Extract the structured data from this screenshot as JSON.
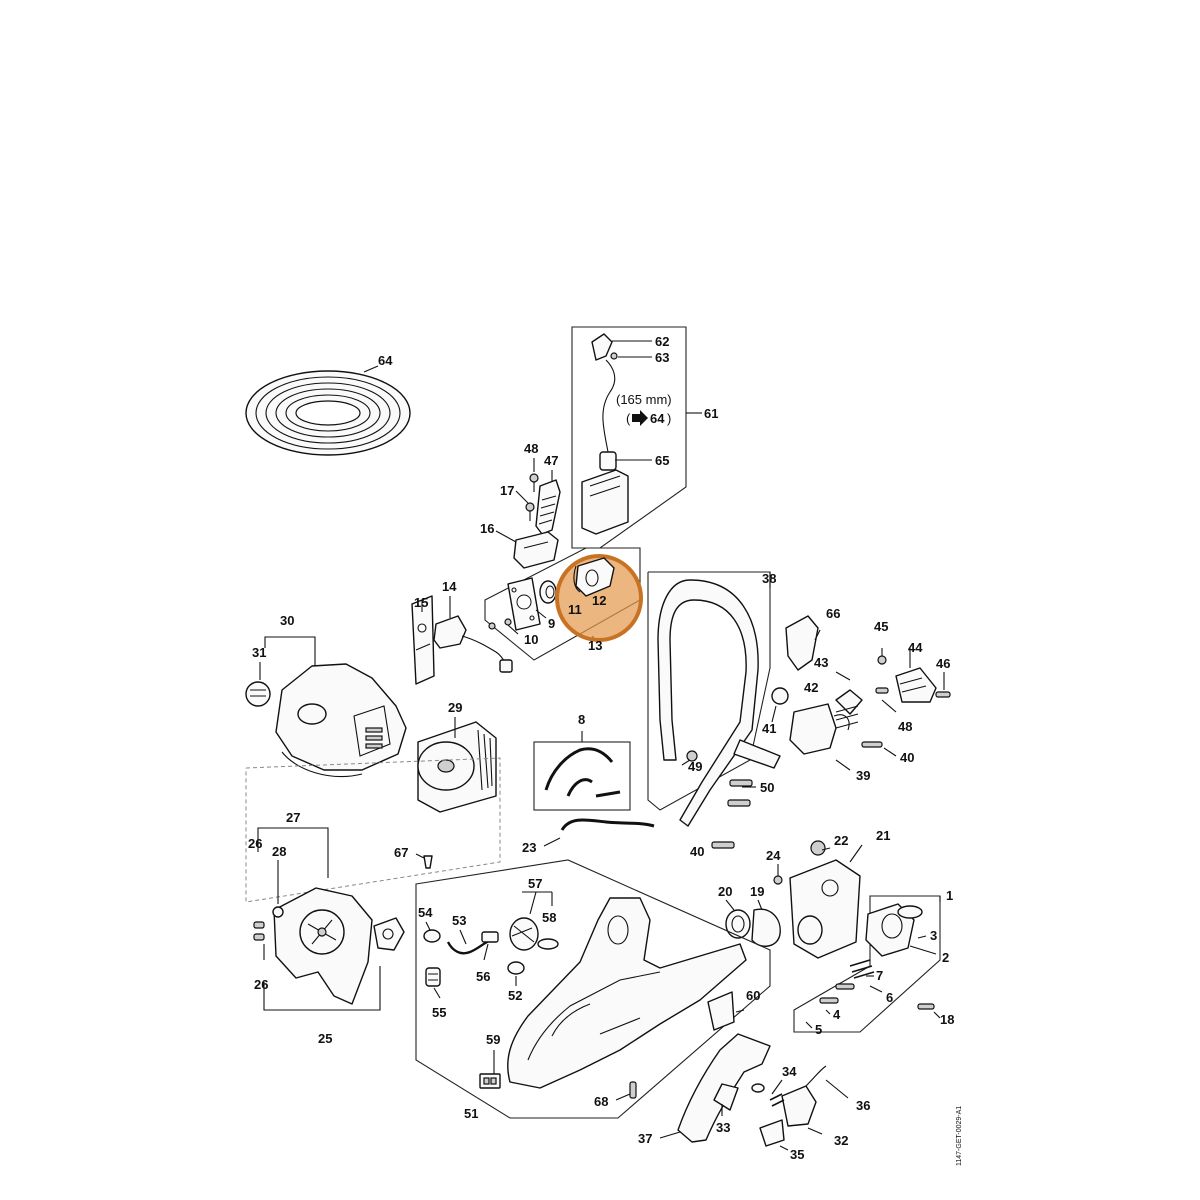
{
  "diagram": {
    "labels": {
      "p1": "1",
      "p2": "2",
      "p3": "3",
      "p4": "4",
      "p5": "5",
      "p6": "6",
      "p7": "7",
      "p8": "8",
      "p9": "9",
      "p10": "10",
      "p11": "11",
      "p12": "12",
      "p13": "13",
      "p14": "14",
      "p15": "15",
      "p16": "16",
      "p17": "17",
      "p18": "18",
      "p19": "19",
      "p20": "20",
      "p21": "21",
      "p22": "22",
      "p23": "23",
      "p24": "24",
      "p25": "25",
      "p26": "26",
      "p27": "27",
      "p28": "28",
      "p29": "29",
      "p30": "30",
      "p31": "31",
      "p32": "32",
      "p33": "33",
      "p34": "34",
      "p35": "35",
      "p36": "36",
      "p37": "37",
      "p38": "38",
      "p39": "39",
      "p40": "40",
      "p41": "41",
      "p42": "42",
      "p43": "43",
      "p44": "44",
      "p45": "45",
      "p46": "46",
      "p47": "47",
      "p48": "48",
      "p49": "49",
      "p50": "50",
      "p51": "51",
      "p52": "52",
      "p53": "53",
      "p54": "54",
      "p55": "55",
      "p56": "56",
      "p57": "57",
      "p58": "58",
      "p59": "59",
      "p60": "60",
      "p61": "61",
      "p62": "62",
      "p63": "63",
      "p64": "64",
      "p65": "65",
      "p66": "66",
      "p67": "67",
      "p68": "68"
    },
    "hose_length_note": "(165 mm)",
    "hose_ref_open": "(",
    "hose_ref_part": "64",
    "hose_ref_close": ")",
    "highlighted_part": "12",
    "drawing_code": "1147-GET-0029-A1",
    "highlight_color": "#e39a4e"
  }
}
